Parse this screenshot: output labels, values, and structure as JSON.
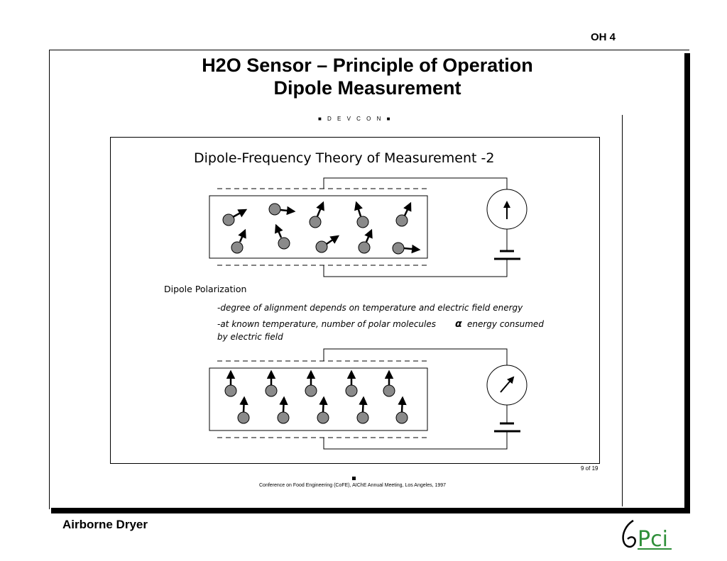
{
  "slide": {
    "number": "OH 4",
    "title_line1": "H2O Sensor – Principle of Operation",
    "title_line2": "Dipole Measurement",
    "header_tag": "■ D E V C O N ■",
    "footer_label": "Airborne Dryer",
    "logo_text": "Pci"
  },
  "figure": {
    "title": "Dipole-Frequency Theory of Measurement -2",
    "section_heading": "Dipole Polarization",
    "bullet1": "-degree of alignment depends on temperature and electric field energy",
    "bullet2_line1": "-at known temperature, number of polar molecules",
    "bullet2_symbol": "α",
    "bullet2_line1_end": "energy consumed",
    "bullet2_line2": "by electric field",
    "page_count": "9 of 19",
    "citation": "Conference on Food Engineering (CoFE), AIChE Annual Meeting, Los Angeles, 1997"
  },
  "colors": {
    "molecule_fill": "#8a8a8a",
    "ink": "#000000",
    "logo_green": "#2f8f3a"
  },
  "icons": {
    "meter_top": "meter-icon",
    "meter_bottom": "meter-icon",
    "battery": "battery-icon",
    "logo": "pci-logo-icon"
  }
}
